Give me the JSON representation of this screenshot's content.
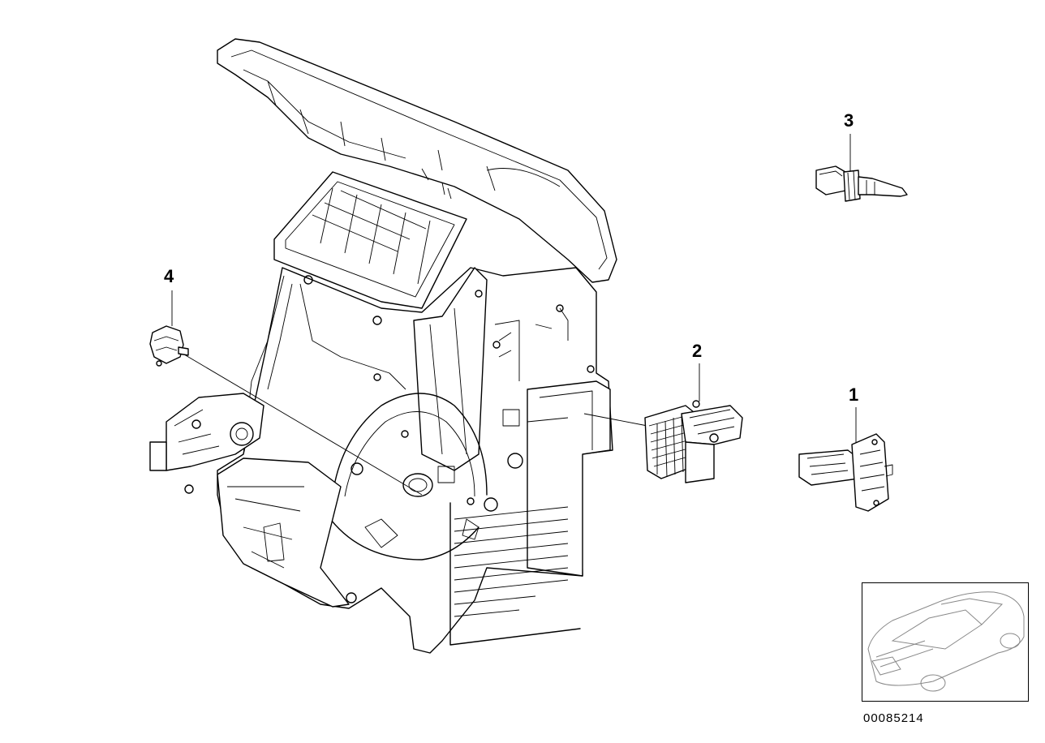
{
  "callouts": {
    "part_1": "1",
    "part_2": "2",
    "part_3": "3",
    "part_4": "4"
  },
  "diagram_number": "00085214",
  "parts": [
    {
      "callout": "1",
      "icon": "blower-resistor-icon"
    },
    {
      "callout": "2",
      "icon": "final-stage-unit-icon"
    },
    {
      "callout": "3",
      "icon": "temperature-sensor-icon"
    },
    {
      "callout": "4",
      "icon": "servomotor-icon"
    }
  ],
  "colors": {
    "line": "#000000",
    "background": "#ffffff",
    "thumbnail_car": "#888888"
  }
}
